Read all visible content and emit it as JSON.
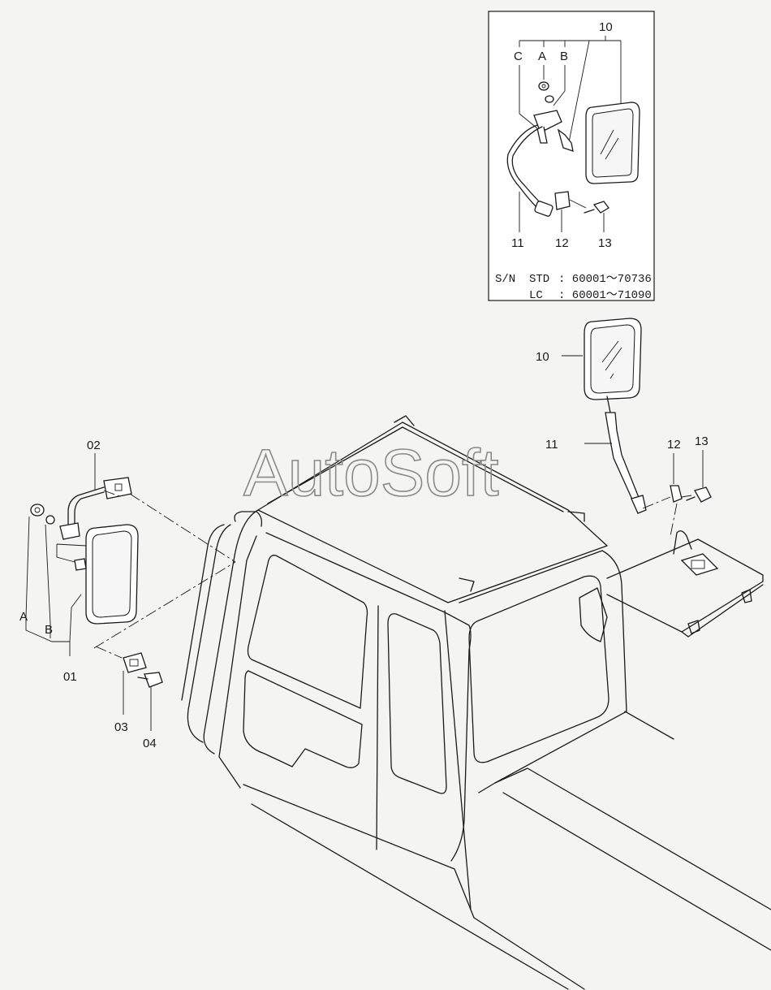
{
  "watermark": "AutoSoft",
  "inset": {
    "labels": {
      "l10": "10",
      "lC": "C",
      "lA": "A",
      "lB": "B",
      "l11": "11",
      "l12": "12",
      "l13": "13"
    },
    "serial": {
      "prefix": "S/N",
      "std_label": "STD",
      "std_range": ": 60001～70736",
      "lc_label": "LC",
      "lc_range": ": 60001～71090"
    }
  },
  "right_labels": {
    "l10": "10",
    "l11": "11",
    "l12": "12",
    "l13": "13"
  },
  "left_labels": {
    "l02": "02",
    "lA": "A",
    "lB": "B",
    "l01": "01",
    "l03": "03",
    "l04": "04"
  }
}
